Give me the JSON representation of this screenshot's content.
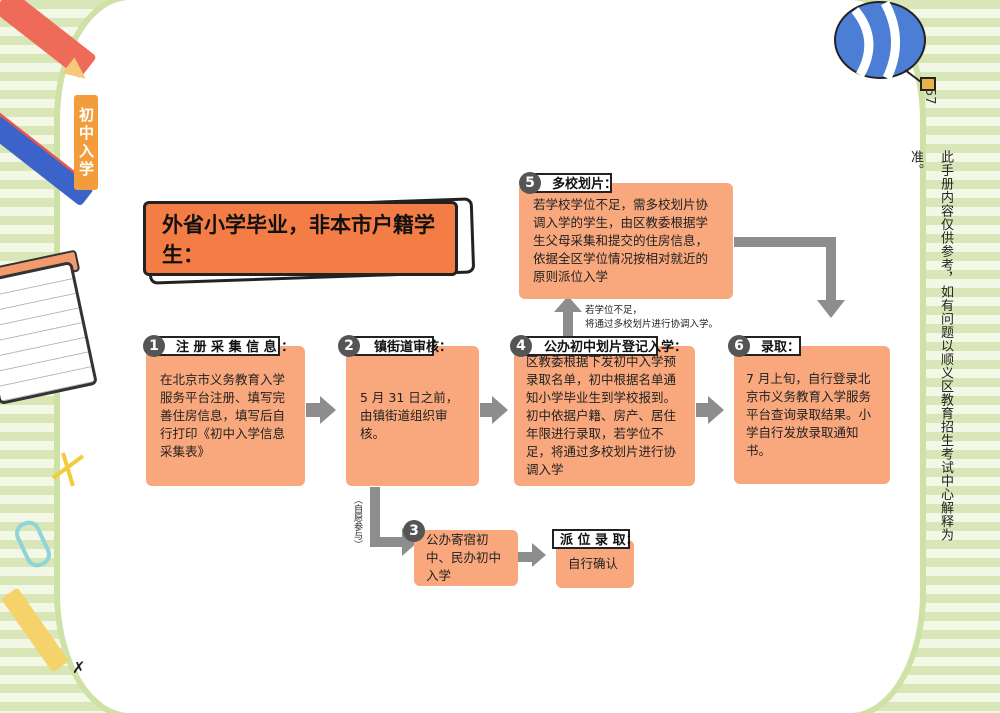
{
  "page": {
    "number": "57",
    "side_tag": "初中入学",
    "side_note": "此手册内容仅供参考，如有问题以顺义区教育招生考试中心解释为准。"
  },
  "title": "外省小学毕业，非本市户籍学生：",
  "steps": [
    {
      "num": "1",
      "label": "注 册 采 集 信 息 ：",
      "text": "在北京市义务教育入学服务平台注册、填写完善住房信息，填写后自行打印《初中入学信息采集表》"
    },
    {
      "num": "2",
      "label": "镇街道审核：",
      "text": "5 月 31 日之前，由镇街道组织审核。"
    },
    {
      "num": "3",
      "label": "",
      "text": "公办寄宿初中、民办初中入学"
    },
    {
      "num": "4",
      "label": "公办初中划片登记入学：",
      "text": "区教委根据下发初中入学预录取名单，初中根据名单通知小学毕业生到学校报到。初中依据户籍、房产、居住年限进行录取，若学位不足，将通过多校划片进行协调入学"
    },
    {
      "num": "5",
      "label": "多校划片：",
      "text": "若学校学位不足，需多校划片协调入学的学生，由区教委根据学生父母采集和提交的住房信息，依据全区学位情况按相对就近的原则派位入学"
    },
    {
      "num": "6",
      "label": "录取：",
      "text": "7 月上旬，自行登录北京市义务教育入学服务平台查询录取结果。小学自行发放录取通知书。"
    }
  ],
  "dispatch": {
    "label": "派 位 录 取：",
    "text": "自行确认"
  },
  "notes": {
    "voluntary": "（自愿参与）",
    "insufficient_line1": "若学位不足，",
    "insufficient_line2": "将通过多校划片进行协调入学。"
  },
  "colors": {
    "box": "#f9a77c",
    "title": "#f47d45",
    "arrow": "#8d8d8d",
    "stripe": "#d9e7b8"
  },
  "icons": [
    "hot-air-balloon-icon",
    "pencil-icon",
    "notepad-icon",
    "paperclip-icon"
  ]
}
